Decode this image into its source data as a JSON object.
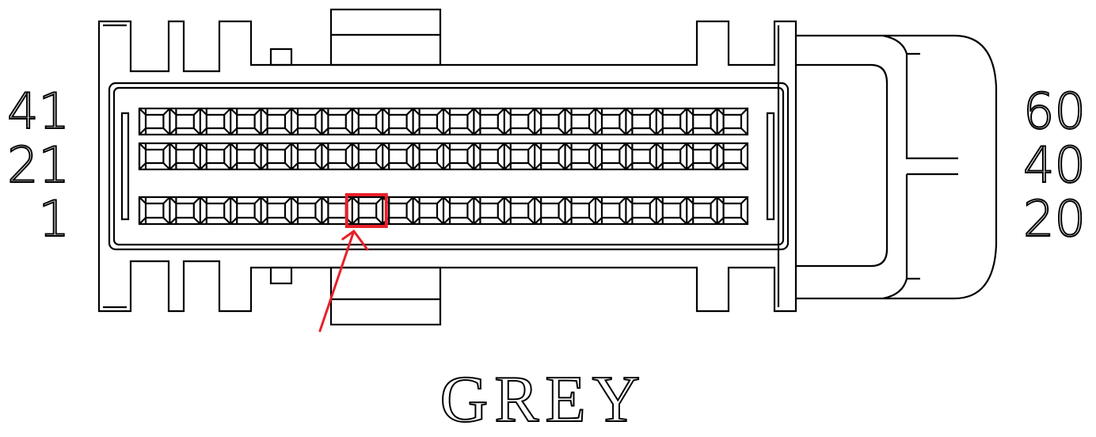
{
  "connector": {
    "color_label": "GREY",
    "pins_per_row": 20,
    "rows": [
      {
        "left_label": "41",
        "right_label": "60"
      },
      {
        "left_label": "21",
        "right_label": "40"
      },
      {
        "left_label": "1",
        "right_label": "20"
      }
    ],
    "highlighted_pin": 8,
    "highlight_color": "#e8202a"
  }
}
